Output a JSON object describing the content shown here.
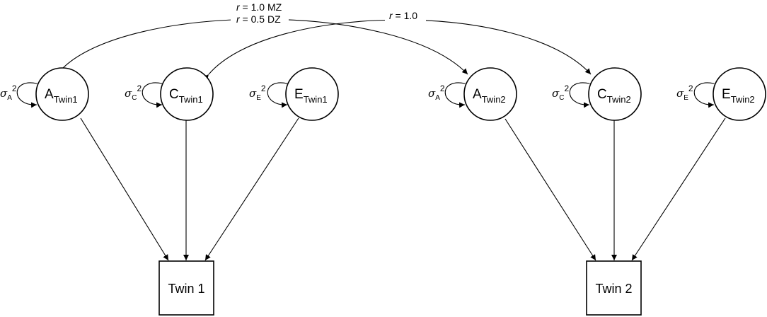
{
  "diagram": {
    "latents": [
      {
        "id": "a1",
        "letter": "A",
        "sub": "Twin1",
        "var_sub": "A",
        "var_sup": "2"
      },
      {
        "id": "c1",
        "letter": "C",
        "sub": "Twin1",
        "var_sub": "C",
        "var_sup": "2"
      },
      {
        "id": "e1",
        "letter": "E",
        "sub": "Twin1",
        "var_sub": "E",
        "var_sup": "2"
      },
      {
        "id": "a2",
        "letter": "A",
        "sub": "Twin2",
        "var_sub": "A",
        "var_sup": "2"
      },
      {
        "id": "c2",
        "letter": "C",
        "sub": "Twin2",
        "var_sub": "C",
        "var_sup": "2"
      },
      {
        "id": "e2",
        "letter": "E",
        "sub": "Twin2",
        "var_sub": "E",
        "var_sup": "2"
      }
    ],
    "sigma": "σ",
    "observed": [
      {
        "id": "t1",
        "label": "Twin 1"
      },
      {
        "id": "t2",
        "label": "Twin 2"
      }
    ],
    "correlations": {
      "a": {
        "r": "r",
        "line1": " = 1.0 MZ",
        "line2": " = 0.5 DZ"
      },
      "c": {
        "r": "r",
        "line1": " = 1.0"
      }
    },
    "colors": {
      "stroke": "#000000",
      "background": "#ffffff"
    }
  }
}
